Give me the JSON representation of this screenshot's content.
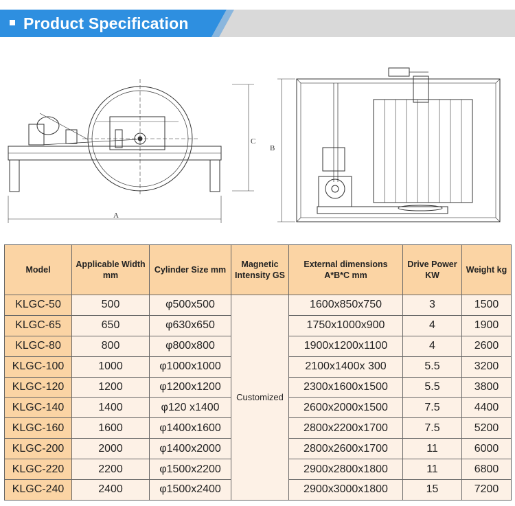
{
  "banner": {
    "title": "Product Specification",
    "bg_color": "#2e8fe0",
    "stripe_color": "#8ab6dd"
  },
  "drawing": {
    "side_view_labels": {
      "a": "A",
      "c": "C"
    },
    "front_view_labels": {
      "b": "B"
    }
  },
  "table": {
    "headers": [
      "Model",
      "Applicable Width mm",
      "Cylinder Size mm",
      "Magnetic Intensity GS",
      "External dimensions A*B*C mm",
      "Drive Power KW",
      "Weight kg"
    ],
    "magnetic_intensity": "Customized",
    "rows": [
      {
        "model": "KLGC-50",
        "width": "500",
        "cylinder": "φ500x500",
        "dims": "1600x850x750",
        "power": "3",
        "weight": "1500"
      },
      {
        "model": "KLGC-65",
        "width": "650",
        "cylinder": "φ630x650",
        "dims": "1750x1000x900",
        "power": "4",
        "weight": "1900"
      },
      {
        "model": "KLGC-80",
        "width": "800",
        "cylinder": "φ800x800",
        "dims": "1900x1200x1100",
        "power": "4",
        "weight": "2600"
      },
      {
        "model": "KLGC-100",
        "width": "1000",
        "cylinder": "φ1000x1000",
        "dims": "2100x1400x 300",
        "power": "5.5",
        "weight": "3200"
      },
      {
        "model": "KLGC-120",
        "width": "1200",
        "cylinder": "φ1200x1200",
        "dims": "2300x1600x1500",
        "power": "5.5",
        "weight": "3800"
      },
      {
        "model": "KLGC-140",
        "width": "1400",
        "cylinder": "φ120 x1400",
        "dims": "2600x2000x1500",
        "power": "7.5",
        "weight": "4400"
      },
      {
        "model": "KLGC-160",
        "width": "1600",
        "cylinder": "φ1400x1600",
        "dims": "2800x2200x1700",
        "power": "7.5",
        "weight": "5200"
      },
      {
        "model": "KLGC-200",
        "width": "2000",
        "cylinder": "φ1400x2000",
        "dims": "2800x2600x1700",
        "power": "11",
        "weight": "6000"
      },
      {
        "model": "KLGC-220",
        "width": "2200",
        "cylinder": "φ1500x2200",
        "dims": "2900x2800x1800",
        "power": "11",
        "weight": "6800"
      },
      {
        "model": "KLGC-240",
        "width": "2400",
        "cylinder": "φ1500x2400",
        "dims": "2900x3000x1800",
        "power": "15",
        "weight": "7200"
      }
    ]
  }
}
